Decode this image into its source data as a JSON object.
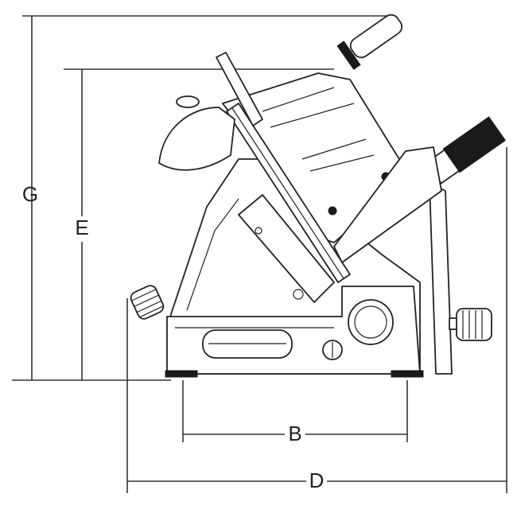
{
  "diagram": {
    "subject": "slicer-dimension-drawing",
    "dimension_labels": {
      "G": "G",
      "E": "E",
      "B": "B",
      "D": "D"
    },
    "colors": {
      "line": "#222222",
      "background": "#ffffff"
    }
  }
}
